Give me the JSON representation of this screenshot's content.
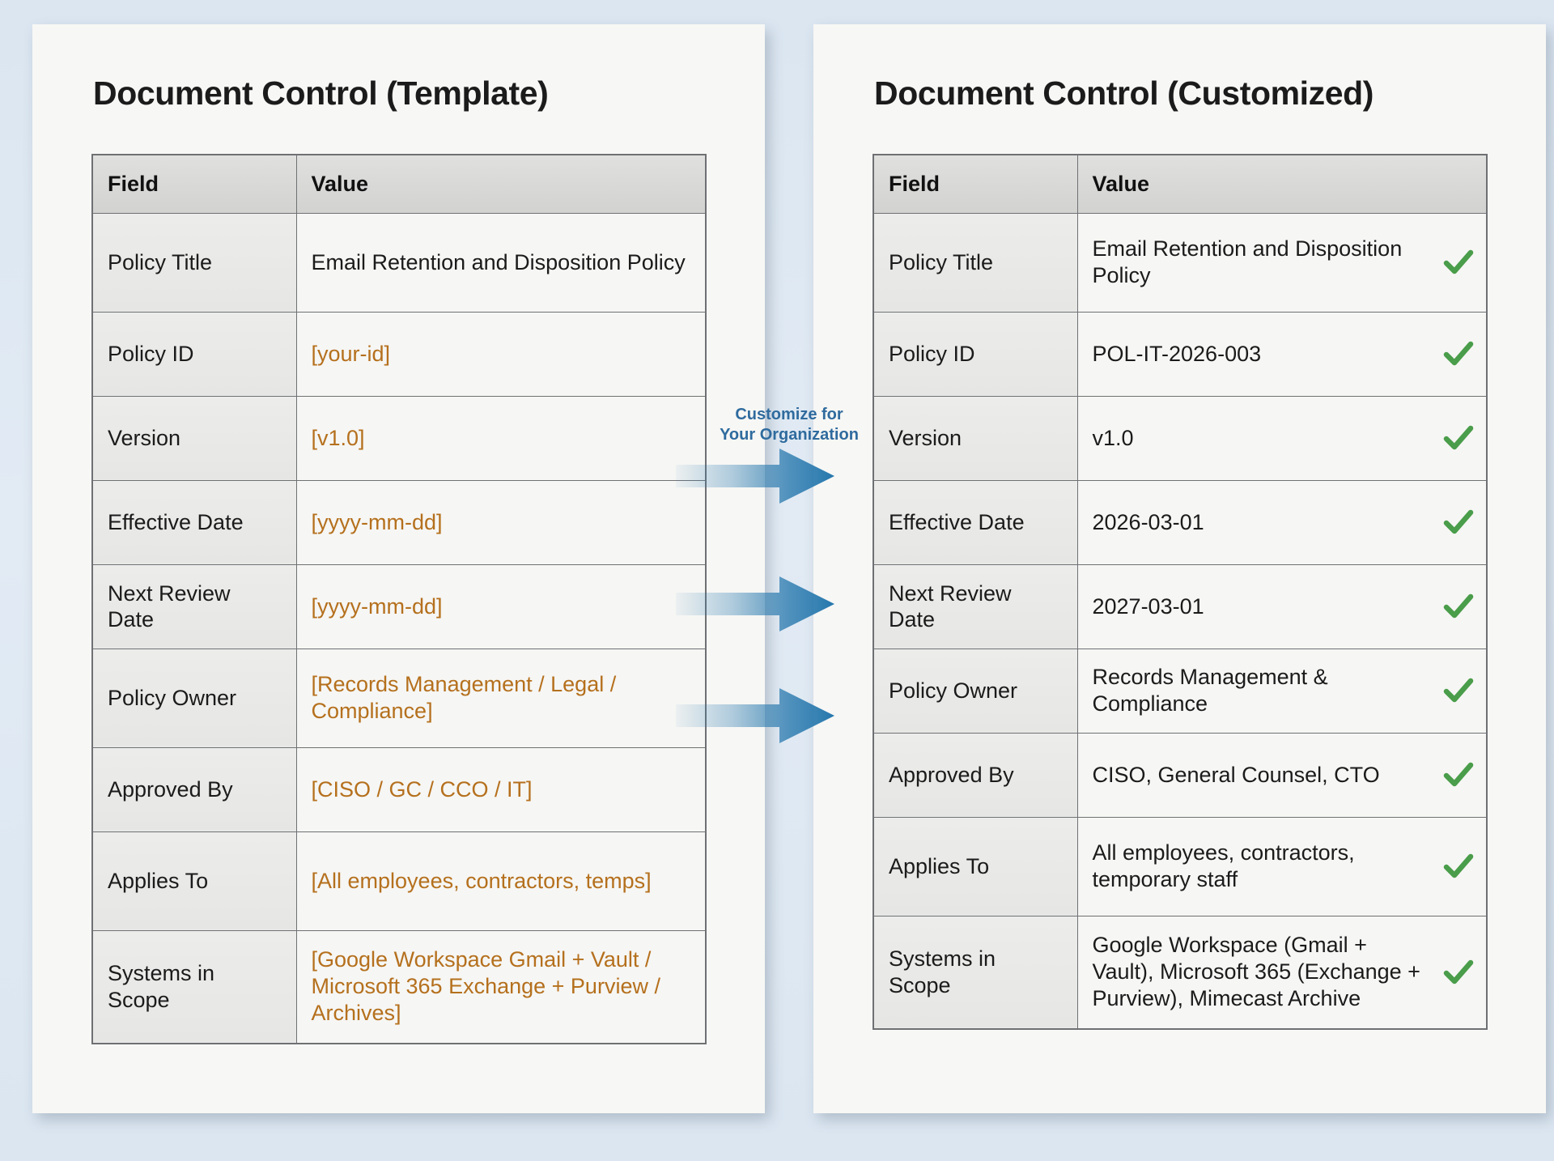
{
  "background_color": "#dce6f0",
  "accent_colors": {
    "placeholder_orange": "#b5701d",
    "check_green": "#4a9d4a",
    "arrow_blue": "#2e7cb0",
    "label_blue": "#2f6b9e"
  },
  "connector": {
    "label_line1": "Customize for",
    "label_line2": "Your Organization",
    "arrow_count": 3,
    "arrow_icon": "right-arrow-icon"
  },
  "panels": {
    "template": {
      "title": "Document Control (Template)",
      "columns": [
        "Field",
        "Value"
      ],
      "rows": [
        {
          "field": "Policy Title",
          "value": "Email Retention and Disposition Policy",
          "placeholder": false
        },
        {
          "field": "Policy ID",
          "value": "[your-id]",
          "placeholder": true
        },
        {
          "field": "Version",
          "value": "[v1.0]",
          "placeholder": true
        },
        {
          "field": "Effective Date",
          "value": "[yyyy-mm-dd]",
          "placeholder": true
        },
        {
          "field": "Next Review Date",
          "value": "[yyyy-mm-dd]",
          "placeholder": true
        },
        {
          "field": "Policy Owner",
          "value": "[Records Management / Legal / Compliance]",
          "placeholder": true
        },
        {
          "field": "Approved By",
          "value": "[CISO / GC / CCO / IT]",
          "placeholder": true
        },
        {
          "field": "Applies To",
          "value": "[All employees, contractors, temps]",
          "placeholder": true
        },
        {
          "field": "Systems in Scope",
          "value": "[Google Workspace Gmail + Vault / Microsoft 365 Exchange + Purview / Archives]",
          "placeholder": true
        }
      ]
    },
    "customized": {
      "title": "Document Control (Customized)",
      "columns": [
        "Field",
        "Value"
      ],
      "rows": [
        {
          "field": "Policy Title",
          "value": "Email Retention and Disposition Policy",
          "checked": true
        },
        {
          "field": "Policy ID",
          "value": "POL-IT-2026-003",
          "checked": true
        },
        {
          "field": "Version",
          "value": "v1.0",
          "checked": true
        },
        {
          "field": "Effective Date",
          "value": "2026-03-01",
          "checked": true
        },
        {
          "field": "Next Review Date",
          "value": "2027-03-01",
          "checked": true
        },
        {
          "field": "Policy Owner",
          "value": "Records Management & Compliance",
          "checked": true
        },
        {
          "field": "Approved By",
          "value": "CISO, General Counsel, CTO",
          "checked": true
        },
        {
          "field": "Applies To",
          "value": "All employees, contractors, temporary staff",
          "checked": true
        },
        {
          "field": "Systems in Scope",
          "value": "Google Workspace (Gmail + Vault), Microsoft 365 (Exchange + Purview), Mimecast Archive",
          "checked": true
        }
      ]
    }
  }
}
